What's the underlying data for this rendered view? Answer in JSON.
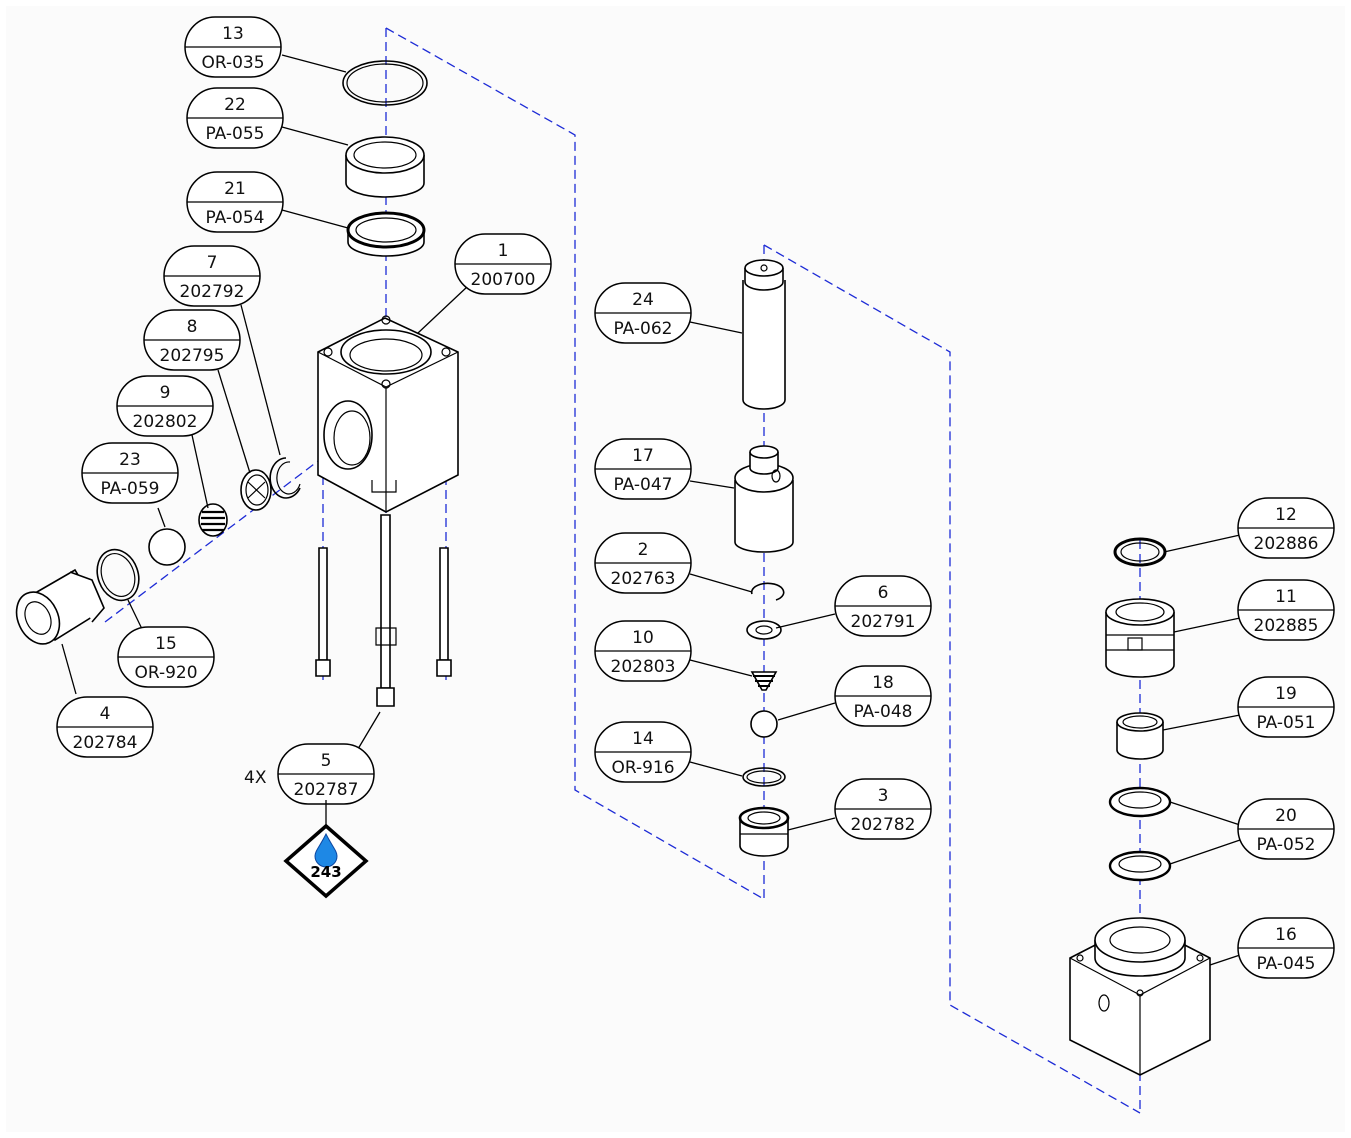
{
  "balloons": [
    {
      "item": "13",
      "part": "OR-035"
    },
    {
      "item": "22",
      "part": "PA-055"
    },
    {
      "item": "21",
      "part": "PA-054"
    },
    {
      "item": "1",
      "part": "200700"
    },
    {
      "item": "7",
      "part": "202792"
    },
    {
      "item": "8",
      "part": "202795"
    },
    {
      "item": "9",
      "part": "202802"
    },
    {
      "item": "23",
      "part": "PA-059"
    },
    {
      "item": "15",
      "part": "OR-920"
    },
    {
      "item": "4",
      "part": "202784"
    },
    {
      "item": "5",
      "part": "202787"
    },
    {
      "item": "24",
      "part": "PA-062"
    },
    {
      "item": "17",
      "part": "PA-047"
    },
    {
      "item": "2",
      "part": "202763"
    },
    {
      "item": "6",
      "part": "202791"
    },
    {
      "item": "10",
      "part": "202803"
    },
    {
      "item": "18",
      "part": "PA-048"
    },
    {
      "item": "14",
      "part": "OR-916"
    },
    {
      "item": "3",
      "part": "202782"
    },
    {
      "item": "12",
      "part": "202886"
    },
    {
      "item": "11",
      "part": "202885"
    },
    {
      "item": "19",
      "part": "PA-051"
    },
    {
      "item": "20",
      "part": "PA-052"
    },
    {
      "item": "16",
      "part": "PA-045"
    }
  ],
  "quantity_note": "4X",
  "adhesive_symbol": {
    "code": "243",
    "drop_color": "#1e88e5"
  },
  "colors": {
    "centerline": "#1d2bd6",
    "line": "#000000",
    "background": "#fbfbfb"
  }
}
